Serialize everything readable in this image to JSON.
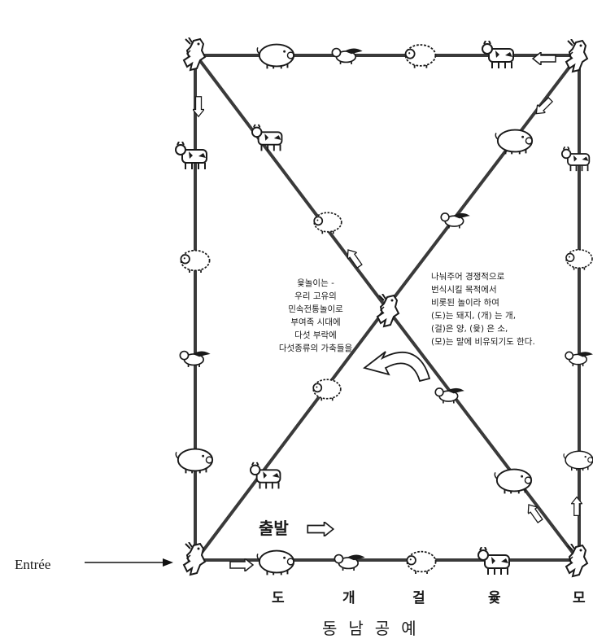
{
  "text_left": "윷놀이는 -\n우리 고유의\n민속전통놀이로\n부여족 시대에\n다섯 부락에\n다섯종류의 가축들을",
  "text_right": "나눠주어 경쟁적으로\n번식시킬 목적에서\n비롯된 놀이라 하여\n(도)는 돼지, (개) 는 개,\n(걸)은 양, (윷) 은 소,\n(모)는 말에 비유되기도 한다.",
  "start_label": "출발",
  "moves": [
    "도",
    "개",
    "걸",
    "윷",
    "모"
  ],
  "footer": "동남공예",
  "entrance_label": "Entrée",
  "icons": {
    "horse": "horse-icon",
    "pig": "pig-icon",
    "dog": "dog-icon",
    "sheep": "sheep-icon",
    "cow": "cow-icon",
    "arrow": "arrow-icon"
  },
  "colors": {
    "line": "#3a3a3a",
    "ink": "#1a1a1a",
    "paper": "#ffffff"
  }
}
